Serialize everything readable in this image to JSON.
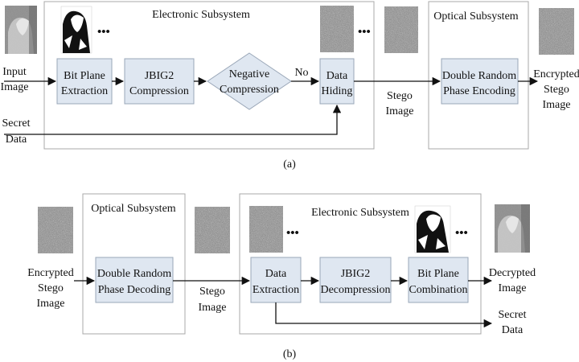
{
  "panel_a": {
    "caption": "(a)",
    "electronic_title": "Electronic Subsystem",
    "optical_title": "Optical Subsystem",
    "input_label": [
      "Input",
      "Image"
    ],
    "secret_label": [
      "Secret",
      "Data"
    ],
    "bit_plane": [
      "Bit Plane",
      "Extraction"
    ],
    "jbig2": [
      "JBIG2",
      "Compression"
    ],
    "negative": [
      "Negative",
      "Compression"
    ],
    "no_label": "No",
    "data_hiding": [
      "Data",
      "Hiding"
    ],
    "stego_label": [
      "Stego",
      "Image"
    ],
    "drpe": [
      "Double Random",
      "Phase Encoding"
    ],
    "encrypted_label": [
      "Encrypted",
      "Stego",
      "Image"
    ],
    "ellipsis": "•••"
  },
  "panel_b": {
    "caption": "(b)",
    "optical_title": "Optical Subsystem",
    "electronic_title": "Electronic Subsystem",
    "encrypted_label": [
      "Encrypted",
      "Stego",
      "Image"
    ],
    "drpd": [
      "Double Random",
      "Phase Decoding"
    ],
    "stego_label": [
      "Stego",
      "Image"
    ],
    "data_extraction": [
      "Data",
      "Extraction"
    ],
    "jbig2": [
      "JBIG2",
      "Decompression"
    ],
    "bit_plane": [
      "Bit Plane",
      "Combination"
    ],
    "decrypted_label": [
      "Decrypted",
      "Image"
    ],
    "secret_label": [
      "Secret",
      "Data"
    ],
    "ellipsis": "•••"
  },
  "colors": {
    "block_fill": "#dfe7f1",
    "block_stroke": "#9aa7b8",
    "frame_stroke": "#a8a8a8"
  }
}
